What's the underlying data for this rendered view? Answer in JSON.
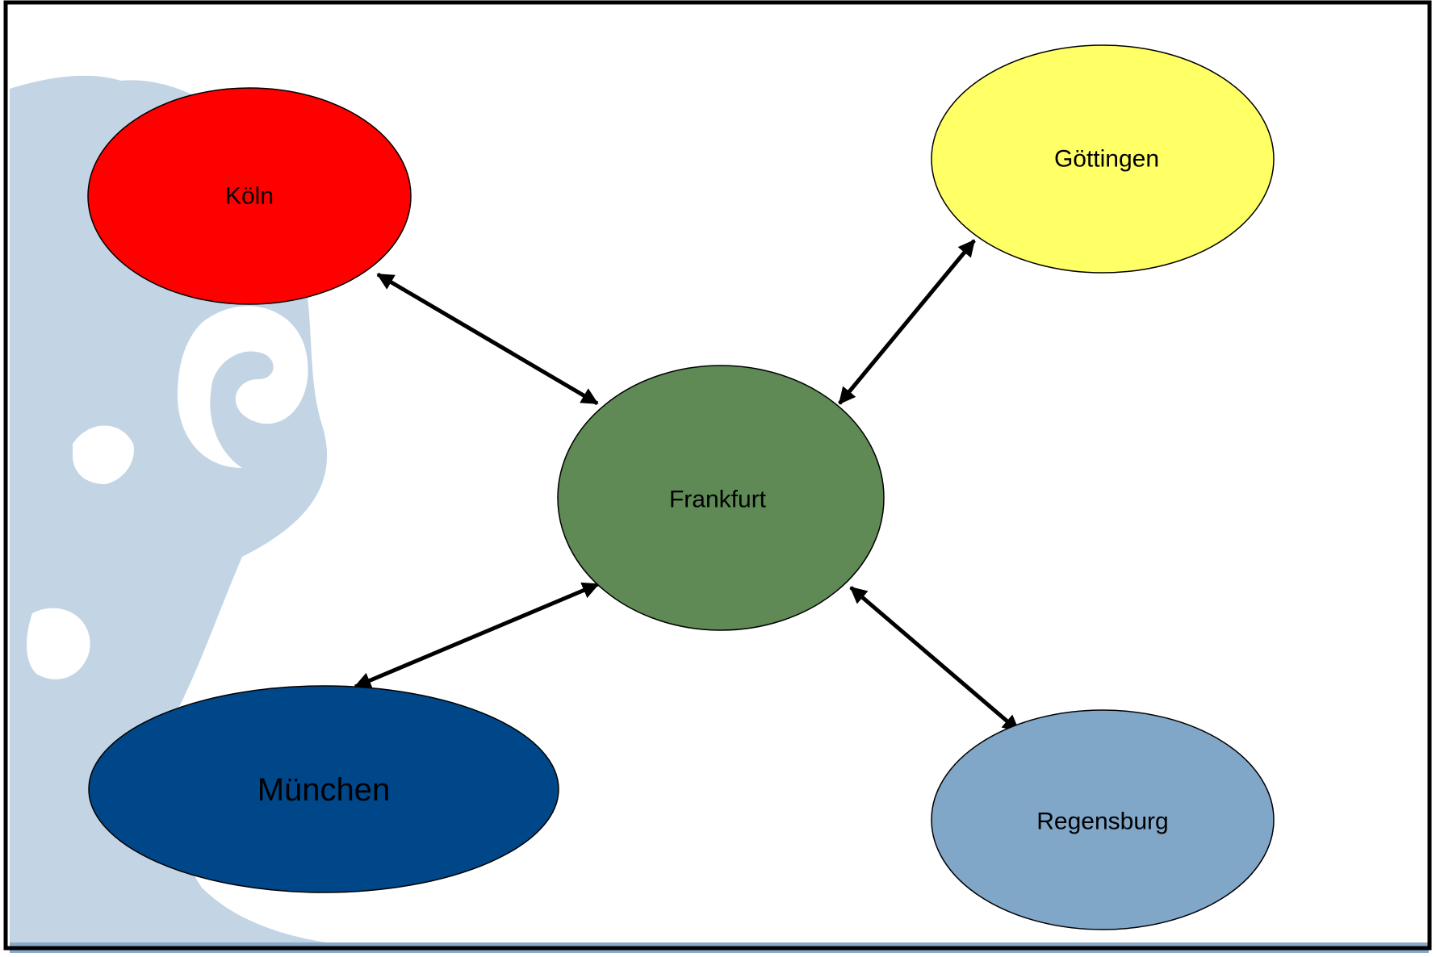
{
  "diagram": {
    "nodes": [
      {
        "id": "koeln",
        "label": "Köln",
        "fill": "#ff0000",
        "text_color": "#000000"
      },
      {
        "id": "goettingen",
        "label": "Göttingen",
        "fill": "#ffff66",
        "text_color": "#000000"
      },
      {
        "id": "frankfurt",
        "label": "Frankfurt",
        "fill": "#5f8a55",
        "text_color": "#000000"
      },
      {
        "id": "muenchen",
        "label": "München",
        "fill": "#00478a",
        "text_color": "#000000"
      },
      {
        "id": "regensburg",
        "label": "Regensburg",
        "fill": "#80a6c8",
        "text_color": "#000000"
      }
    ],
    "edges": [
      {
        "from": "frankfurt",
        "to": "koeln",
        "bidirectional": true
      },
      {
        "from": "frankfurt",
        "to": "goettingen",
        "bidirectional": true
      },
      {
        "from": "frankfurt",
        "to": "muenchen",
        "bidirectional": true
      },
      {
        "from": "frankfurt",
        "to": "regensburg",
        "bidirectional": true
      }
    ]
  },
  "colors": {
    "frame": "#000000",
    "watermark": "#c3d4e5",
    "footer_bar": "#88a9c8",
    "edge": "#000000"
  },
  "watermark": {
    "icon": "goethe-portrait-watermark"
  }
}
